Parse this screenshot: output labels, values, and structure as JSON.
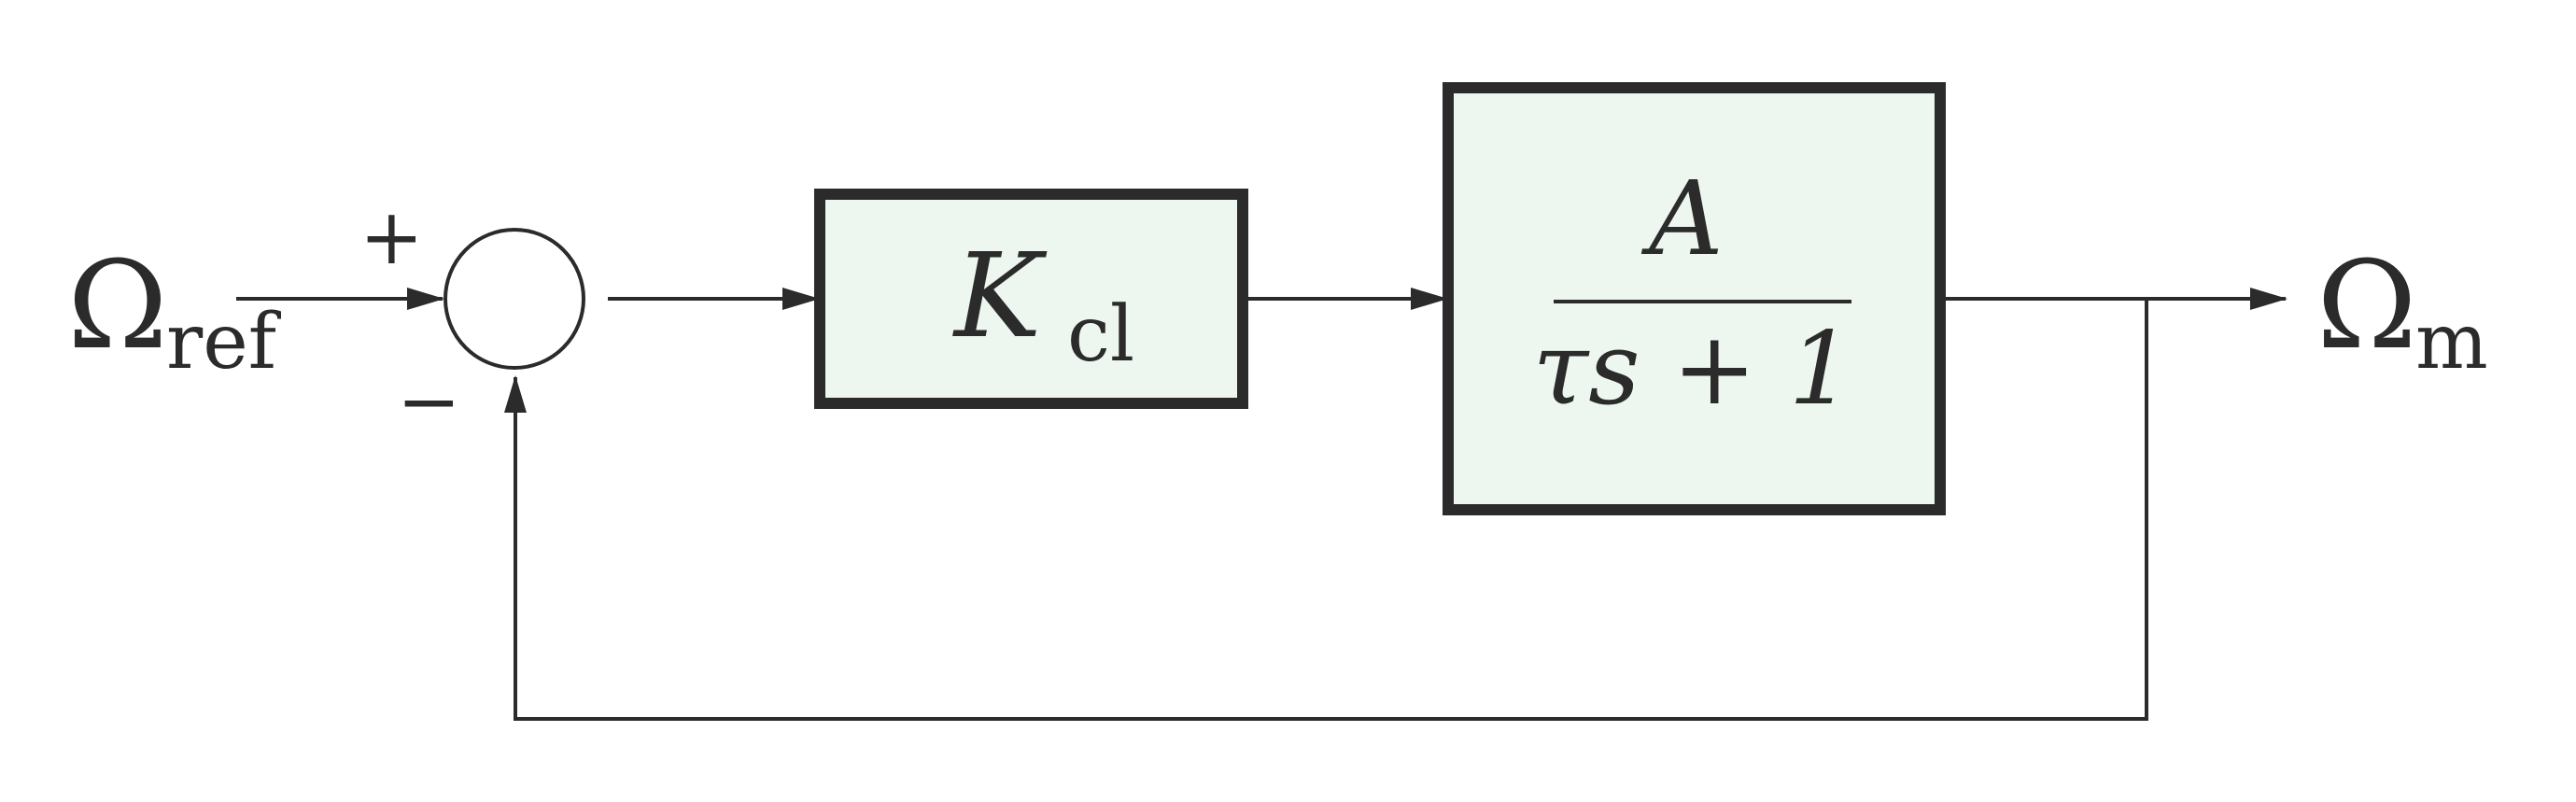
{
  "colors": {
    "stroke": "#2b2b2b",
    "block_fill": "#edf6ef",
    "background": "#ffffff"
  },
  "input_signal": {
    "symbol": "Ω",
    "subscript": "ref"
  },
  "summing_junction": {
    "plus_sign": "+",
    "minus_sign": "−"
  },
  "controller_block": {
    "symbol": "K",
    "subscript": "cl"
  },
  "plant_block": {
    "numerator": "A",
    "denominator": "τs + 1"
  },
  "output_signal": {
    "symbol": "Ω",
    "subscript": "m"
  }
}
